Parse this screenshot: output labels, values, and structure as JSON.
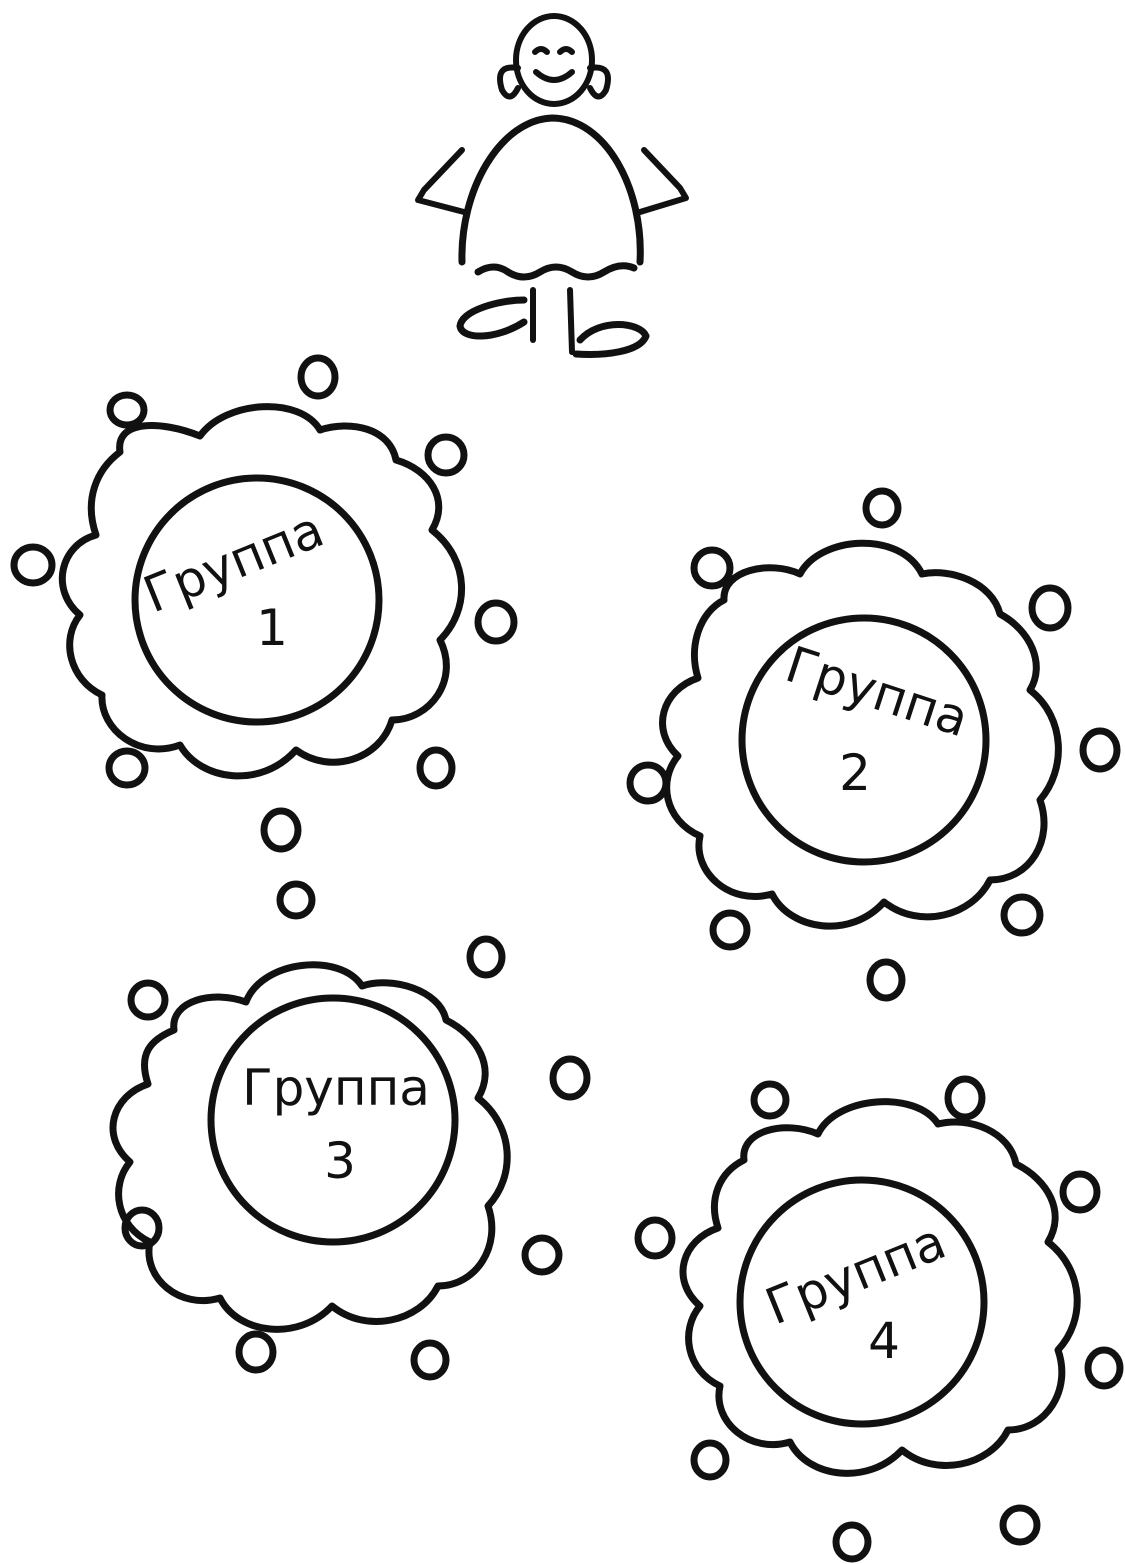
{
  "figure": {
    "ink_color": "#111111",
    "background": "#ffffff",
    "teacher": {
      "name": "teacher-figure"
    },
    "groups": [
      {
        "title": "Группа",
        "number": "1",
        "seats": 8
      },
      {
        "title": "Группа",
        "number": "2",
        "seats": 8
      },
      {
        "title": "Группа",
        "number": "3",
        "seats": 8
      },
      {
        "title": "Группа",
        "number": "4",
        "seats": 8
      }
    ]
  }
}
